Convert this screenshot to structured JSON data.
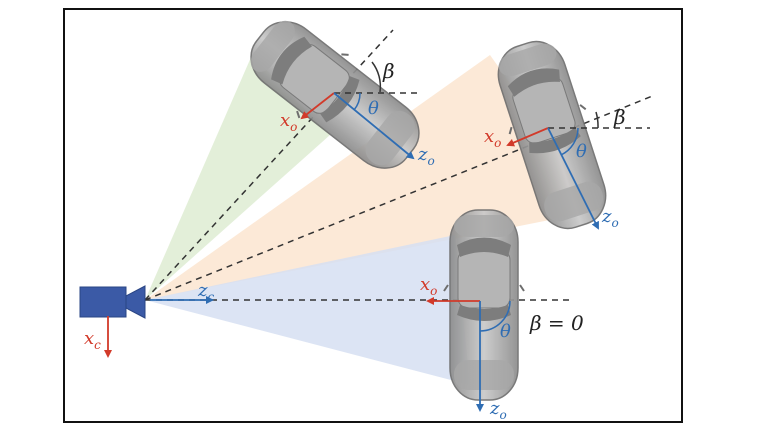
{
  "colors": {
    "green_fov": "#dcebcf",
    "orange_fov": "#fbe1c9",
    "blue_fov": "#d6dff2",
    "camera": "#3b5aa6",
    "red_axis": "#d23a2a",
    "blue_axis": "#2f6db3",
    "dash": "#333333",
    "car_body": "#9a9a9a"
  },
  "labels": {
    "camera_z": "z",
    "camera_z_sub": "c",
    "camera_x": "x",
    "camera_x_sub": "c",
    "car1_x": "x",
    "car1_x_sub": "o",
    "car1_z": "z",
    "car1_z_sub": "o",
    "car1_beta": "β",
    "car1_theta": "θ",
    "car2_x": "x",
    "car2_x_sub": "o",
    "car2_z": "z",
    "car2_z_sub": "o",
    "car2_beta": "β",
    "car2_theta": "θ",
    "car3_x": "x",
    "car3_x_sub": "o",
    "car3_z": "z",
    "car3_z_sub": "o",
    "car3_theta": "θ",
    "car3_beta_eq": "β = 0"
  },
  "icons": [
    "camera-icon",
    "car-icon"
  ]
}
